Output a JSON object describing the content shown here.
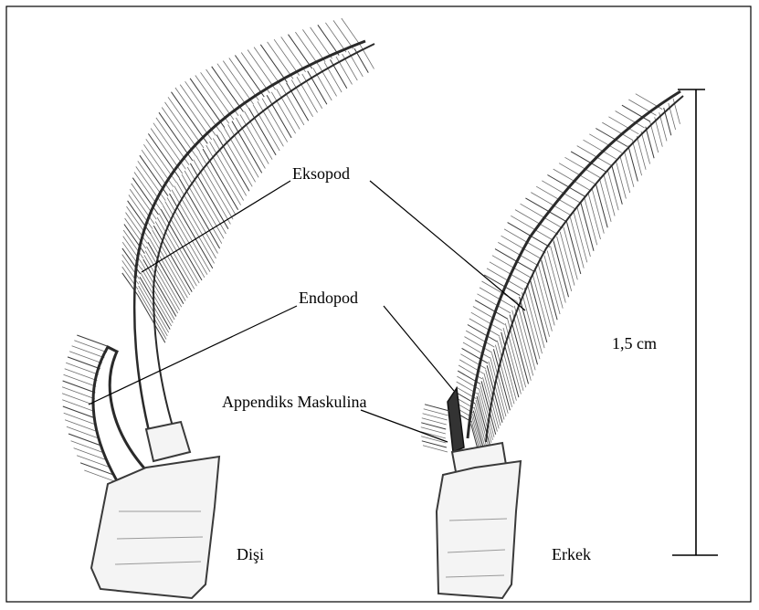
{
  "labels": {
    "exopod": "Eksopod",
    "endopod": "Endopod",
    "appendix": "Appendiks Maskulina",
    "scale": "1,5 cm",
    "female": "Dişi",
    "male": "Erkek"
  },
  "colors": {
    "ink": "#000000",
    "drawing_dark": "#2a2a2a",
    "drawing_mid": "#6d6d6d",
    "background": "#ffffff"
  }
}
